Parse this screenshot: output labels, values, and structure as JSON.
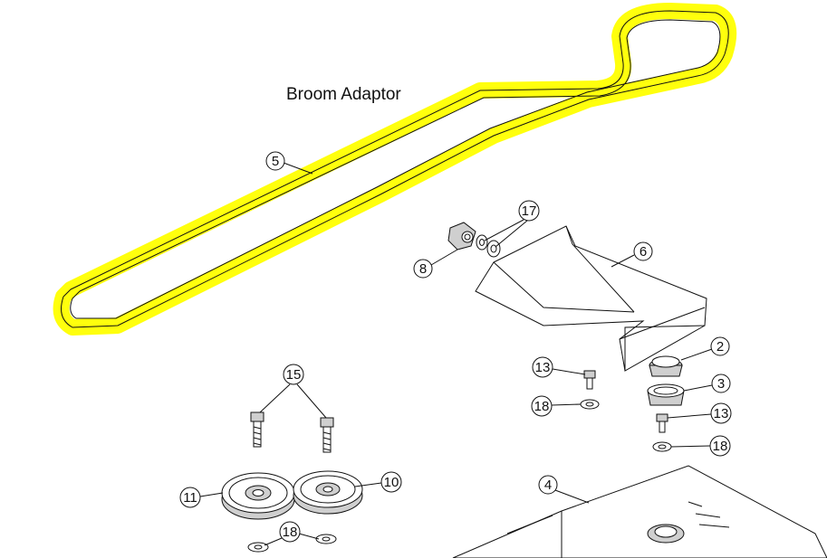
{
  "diagram": {
    "title": "Broom Adaptor",
    "highlight_color": "#ffff00",
    "callouts": {
      "c5": "5",
      "c17": "17",
      "c8": "8",
      "c6": "6",
      "c2": "2",
      "c13a": "13",
      "c13b": "13",
      "c3": "3",
      "c18a": "18",
      "c18b": "18",
      "c18c": "18",
      "c15": "15",
      "c11": "11",
      "c10": "10",
      "c4": "4"
    }
  }
}
